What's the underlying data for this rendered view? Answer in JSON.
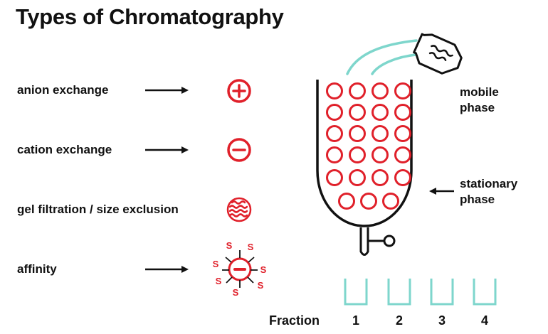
{
  "title": "Types of Chromatography",
  "types": [
    {
      "label": "anion exchange",
      "symbol": "plus-circle"
    },
    {
      "label": "cation exchange",
      "symbol": "minus-circle"
    },
    {
      "label": "gel filtration / size exclusion",
      "symbol": "porous-bead"
    },
    {
      "label": "affinity",
      "symbol": "ligand-bead"
    }
  ],
  "affinity_ligand_letter": "S",
  "column": {
    "mobile_phase_label": "mobile\nphase",
    "stationary_phase_label": "stationary\nphase"
  },
  "fractions": {
    "label": "Fraction",
    "numbers": [
      "1",
      "2",
      "3",
      "4"
    ]
  },
  "colors": {
    "red": "#e0202a",
    "teal": "#7ed6cc",
    "dark": "#111111"
  }
}
